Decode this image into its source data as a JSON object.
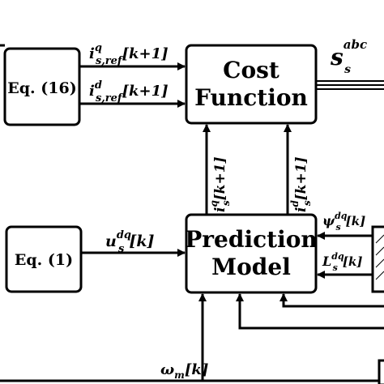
{
  "blocks": {
    "eq16": "Eq. (16)",
    "eq1": "Eq. (1)",
    "cost_line1": "Cost",
    "cost_line2": "Function",
    "pred_line1": "Prediction",
    "pred_line2": "Model"
  },
  "signals": {
    "iq_ref": {
      "base": "i",
      "sup": "q",
      "sub": "s,ref",
      "arg": "[k+1]"
    },
    "id_ref": {
      "base": "i",
      "sup": "d",
      "sub": "s,ref",
      "arg": "[k+1]"
    },
    "iq_pred": {
      "base": "i",
      "sup": "q",
      "sub": "s",
      "arg": "[k+1]"
    },
    "id_pred": {
      "base": "i",
      "sup": "d",
      "sub": "s",
      "arg": "[k+1]"
    },
    "u_dq": {
      "base": "u",
      "sup": "dq",
      "sub": "s",
      "arg": "[k]"
    },
    "psi_dq": {
      "base": "ψ",
      "sup": "dq",
      "sub": "s",
      "arg": "[k]"
    },
    "l_dq": {
      "base": "L",
      "sup": "dq",
      "sub": "s",
      "arg": "[k]"
    },
    "omega_m": {
      "base": "ω",
      "sub": "m",
      "arg": "[k]"
    },
    "s_abc": {
      "base": "s",
      "sup": "abc",
      "sub": "s"
    }
  }
}
